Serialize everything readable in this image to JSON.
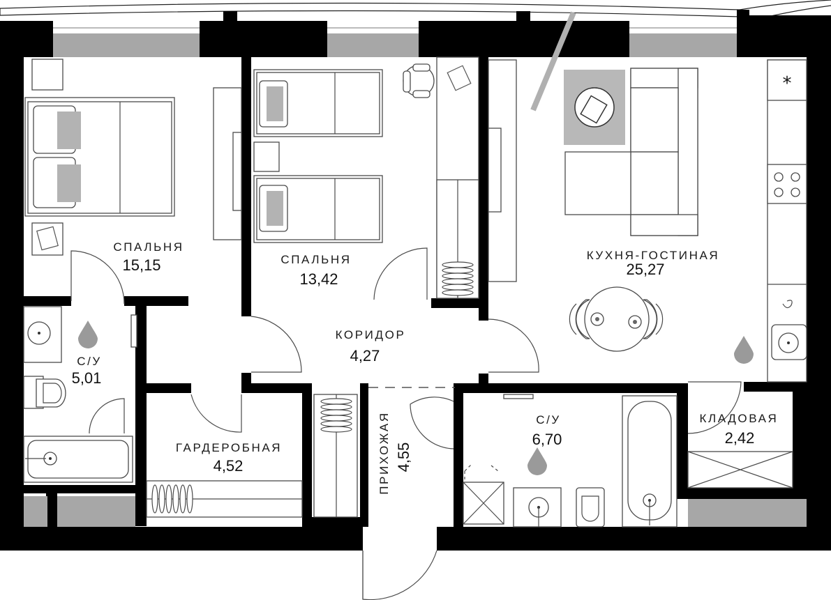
{
  "colors": {
    "wall": "#000000",
    "window": "#a7a7a7",
    "furniture_stroke": "#4a4a4a",
    "drop": "#9a9a9a",
    "background": "#ffffff"
  },
  "rooms": {
    "bedroom_1": {
      "name": "СПАЛЬНЯ",
      "area": "15,15"
    },
    "bedroom_2": {
      "name": "СПАЛЬНЯ",
      "area": "13,42"
    },
    "living": {
      "name": "КУХНЯ-ГОСТИНАЯ",
      "area": "25,27"
    },
    "corridor": {
      "name": "КОРИДОР",
      "area": "4,27"
    },
    "bath_1": {
      "name": "С/У",
      "area": "5,01"
    },
    "wardrobe": {
      "name": "ГАРДЕРОБНАЯ",
      "area": "4,52"
    },
    "hall": {
      "name": "ПРИХОЖАЯ",
      "area": "4,55"
    },
    "bath_2": {
      "name": "С/У",
      "area": "6,70"
    },
    "storage": {
      "name": "КЛАДОВАЯ",
      "area": "2,42"
    }
  },
  "icons": {
    "wet_zone": "water-drop-icon",
    "hood": "asterisk-icon"
  },
  "labels": {
    "hood_symbol": "*"
  }
}
